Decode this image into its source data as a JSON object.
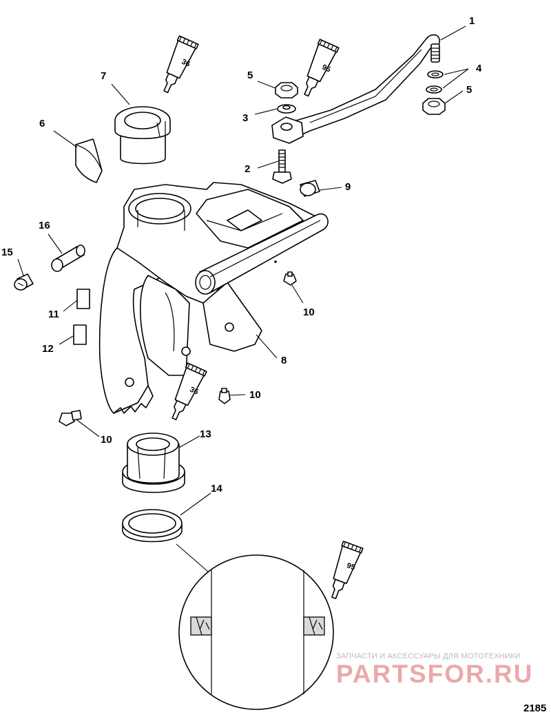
{
  "callouts": {
    "c1": "1",
    "c2": "2",
    "c3": "3",
    "c4": "4",
    "c5a": "5",
    "c5b": "5",
    "c6": "6",
    "c7": "7",
    "c8": "8",
    "c9": "9",
    "c10a": "10",
    "c10b": "10",
    "c10c": "10",
    "c11": "11",
    "c12": "12",
    "c13": "13",
    "c14": "14",
    "c15": "15",
    "c16": "16"
  },
  "tubes": {
    "t36a": "36",
    "t95a": "95",
    "t36b": "36",
    "t95b": "95"
  },
  "watermark": {
    "line1": "ЗАПЧАСТИ И АКСЕССУАРЫ ДЛЯ МОТОТЕХНИКИ",
    "line2": "PARTSFOR.RU"
  },
  "figure_number": "2185"
}
